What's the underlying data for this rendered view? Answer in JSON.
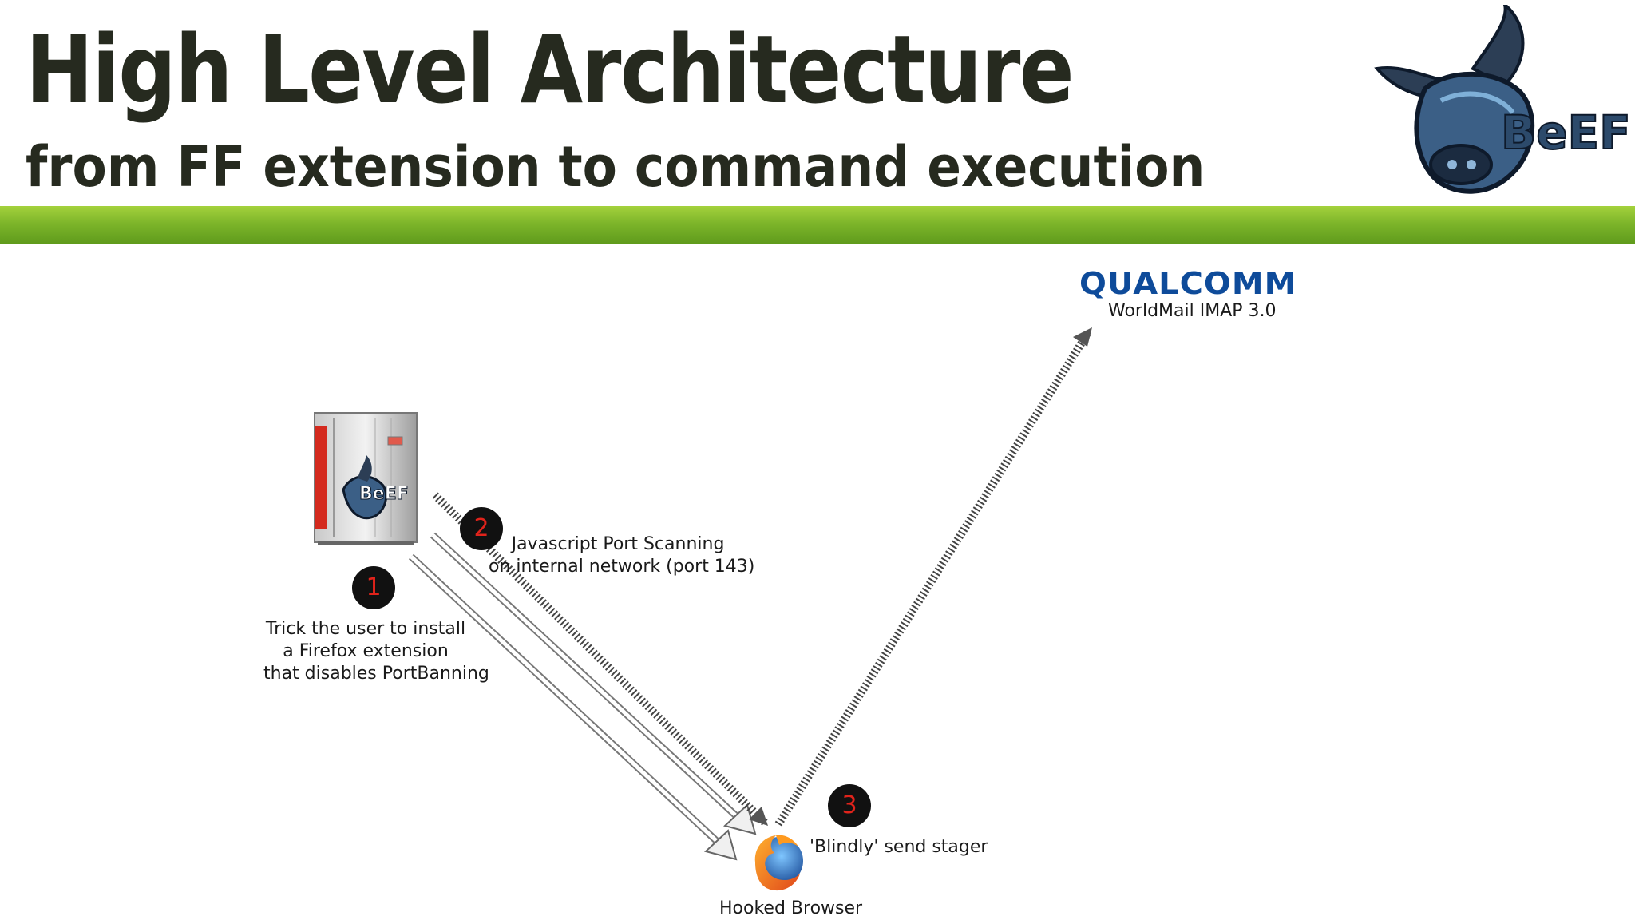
{
  "slide": {
    "title": "High Level Architecture",
    "subtitle": "from FF extension to command execution",
    "logo_text": "BeEF",
    "accent_color": "#7db52a"
  },
  "diagram": {
    "server": {
      "icon": "beef-server-icon",
      "logo_text": "BeEF"
    },
    "target": {
      "brand": "QUALCOMM",
      "label": "WorldMail IMAP 3.0",
      "brand_color": "#0e4b9a"
    },
    "browser": {
      "icon": "firefox-icon",
      "label": "Hooked Browser"
    },
    "steps": [
      {
        "number": "1",
        "lines": [
          "Trick the user to install",
          "a Firefox extension",
          "that disables PortBanning"
        ]
      },
      {
        "number": "2",
        "lines": [
          "Javascript Port Scanning",
          "on internal network (port 143)"
        ]
      },
      {
        "number": "3",
        "lines": [
          "'Blindly' send stager"
        ]
      }
    ]
  }
}
